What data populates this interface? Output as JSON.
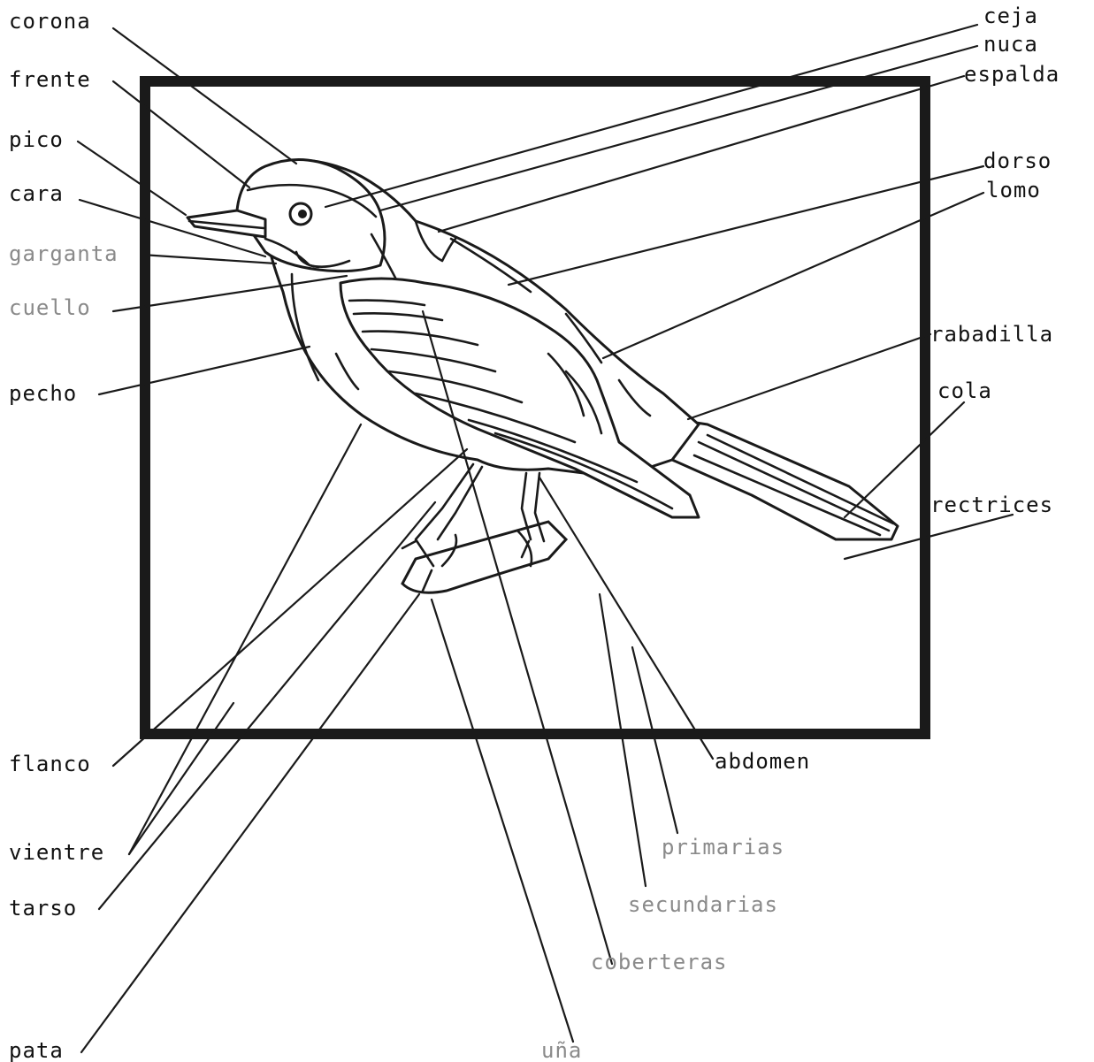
{
  "labels": {
    "corona": "corona",
    "frente": "frente",
    "pico": "pico",
    "cara": "cara",
    "garganta": "garganta",
    "cuello": "cuello",
    "pecho": "pecho",
    "flanco": "flanco",
    "vientre": "vientre",
    "tarso": "tarso",
    "pata": "pata",
    "una": "uña",
    "coberteras": "coberteras",
    "secundarias": "secundarias",
    "primarias": "primarias",
    "abdomen": "abdomen",
    "rectrices": "rectrices",
    "cola": "cola",
    "rabadilla": "rabadilla",
    "lomo": "lomo",
    "dorso": "dorso",
    "espalda": "espalda",
    "nuca": "nuca",
    "ceja": "ceja"
  }
}
